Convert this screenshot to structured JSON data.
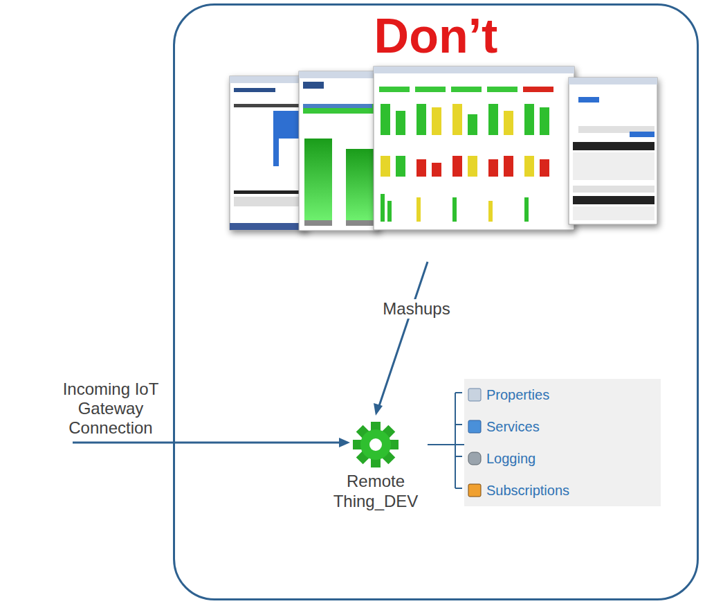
{
  "diagram": {
    "nodes": [
      {
        "text": [
          "Don’t"
        ]
      },
      {
        "text": [
          "Remote Thing_DEV"
        ],
        "in": 0
      },
      {
        "text": [
          "Properties",
          "Services",
          "Logging",
          "Subscriptions"
        ],
        "in": 0
      }
    ],
    "edges": [
      {
        "from": 1,
        "to": 2,
        "arrow": "none"
      }
    ],
    "labels": [
      "Mashups",
      "Incoming IoT Gateway Connection"
    ]
  }
}
